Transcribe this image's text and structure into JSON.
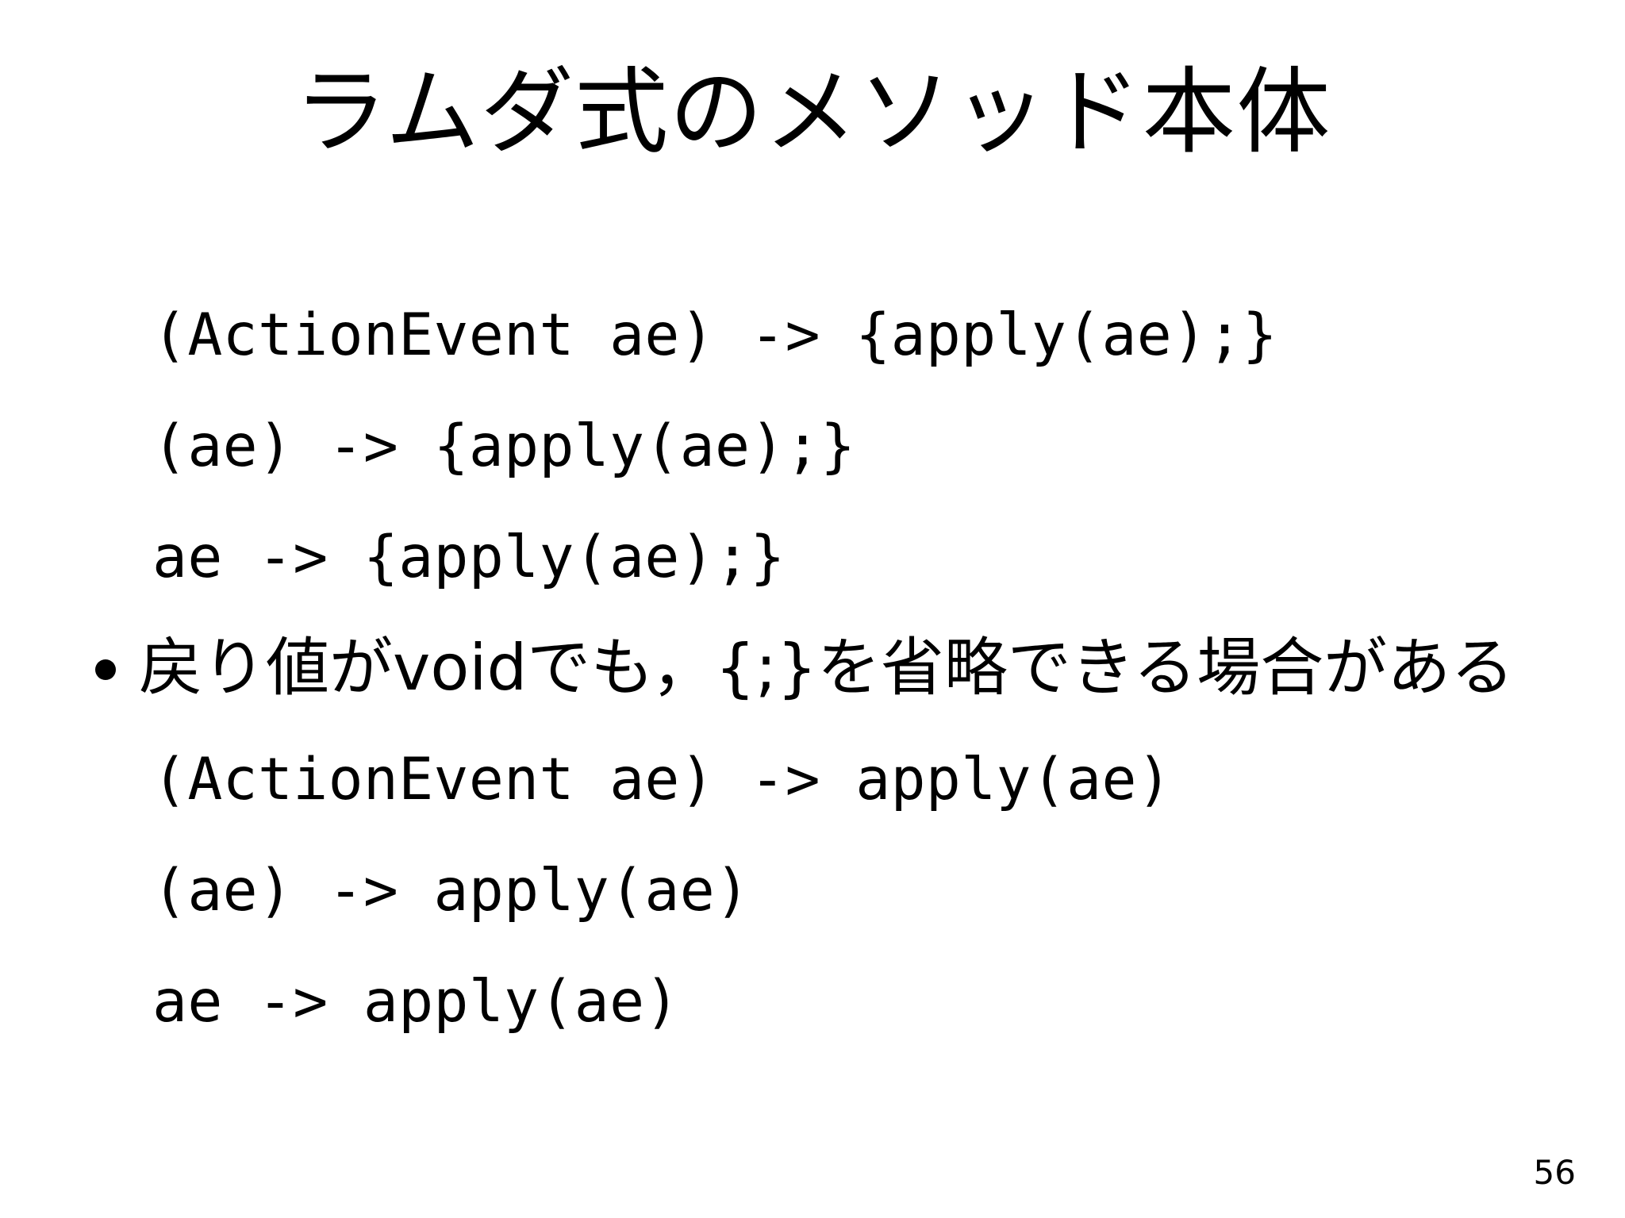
{
  "slide": {
    "title": "ラムダ式のメソッド本体",
    "page_number": "56",
    "background_color": "#ffffff",
    "text_color": "#000000",
    "bullet_marker": "•",
    "lines": [
      {
        "kind": "code",
        "text": "(ActionEvent ae) -> {apply(ae);}"
      },
      {
        "kind": "code",
        "text": "(ae) -> {apply(ae);}"
      },
      {
        "kind": "code",
        "text": "ae -> {apply(ae);}"
      },
      {
        "kind": "bullet",
        "text": "戻り値がvoidでも，{;}を省略できる場合がある"
      },
      {
        "kind": "code",
        "text": "(ActionEvent ae) -> apply(ae)"
      },
      {
        "kind": "code",
        "text": "(ae) -> apply(ae)"
      },
      {
        "kind": "code",
        "text": "ae -> apply(ae)"
      }
    ]
  }
}
